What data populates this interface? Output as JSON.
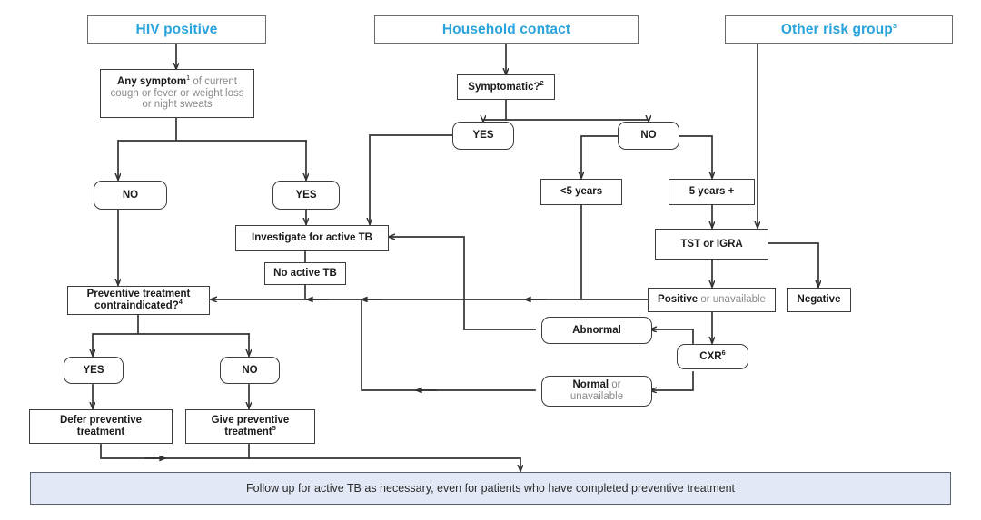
{
  "diagram": {
    "title_boxes": [
      {
        "id": "hiv-positive",
        "label": "HIV positive"
      },
      {
        "id": "household-contact",
        "label": "Household contact"
      },
      {
        "id": "other-risk-group",
        "label": "Other risk group",
        "sup": "3"
      }
    ],
    "nodes": [
      {
        "id": "any-symptom",
        "line1_bold": "Any symptom",
        "sup": "1",
        "line1_rest": " of current",
        "line2": "cough or fever or weight loss",
        "line3": "or night sweats"
      },
      {
        "id": "symptomatic",
        "label": "Symptomatic?",
        "sup": "2"
      },
      {
        "id": "hiv-no",
        "label": "NO"
      },
      {
        "id": "hiv-yes",
        "label": "YES"
      },
      {
        "id": "hc-yes",
        "label": "YES"
      },
      {
        "id": "hc-no",
        "label": "NO"
      },
      {
        "id": "under-5-years",
        "label": "<5 years"
      },
      {
        "id": "5-years-plus",
        "label": "5 years +"
      },
      {
        "id": "tst-or-igra",
        "label": "TST or IGRA"
      },
      {
        "id": "investigate-active-tb",
        "label": "Investigate for active TB"
      },
      {
        "id": "no-active-tb",
        "label": "No active TB"
      },
      {
        "id": "positive-or-unavailable",
        "bold": "Positive",
        "rest": " or unavailable"
      },
      {
        "id": "negative",
        "label": "Negative"
      },
      {
        "id": "preventive-contraindicated",
        "line1": "Preventive treatment",
        "line2": "contraindicated?",
        "sup": "4"
      },
      {
        "id": "abnormal",
        "label": "Abnormal"
      },
      {
        "id": "cxr",
        "label": "CXR",
        "sup": "6"
      },
      {
        "id": "normal-or-unavailable",
        "bold": "Normal",
        "rest": " or",
        "line2": "unavailable"
      },
      {
        "id": "contra-yes",
        "label": "YES"
      },
      {
        "id": "contra-no",
        "label": "NO"
      },
      {
        "id": "defer-preventive",
        "line1": "Defer preventive",
        "line2": "treatment"
      },
      {
        "id": "give-preventive",
        "line1": "Give preventive",
        "line2": "treatment",
        "sup": "5"
      }
    ],
    "banner": {
      "id": "follow-up-banner",
      "label": "Follow up for active TB as necessary, even for patients who have completed preventive treatment"
    }
  },
  "colors": {
    "title_text": "#29a3dc",
    "line": "#333333",
    "box_border": "#3d3d3d",
    "banner_fill": "#e2e8f5",
    "banner_border": "#5b6270",
    "muted_text": "#8a8a8a"
  }
}
